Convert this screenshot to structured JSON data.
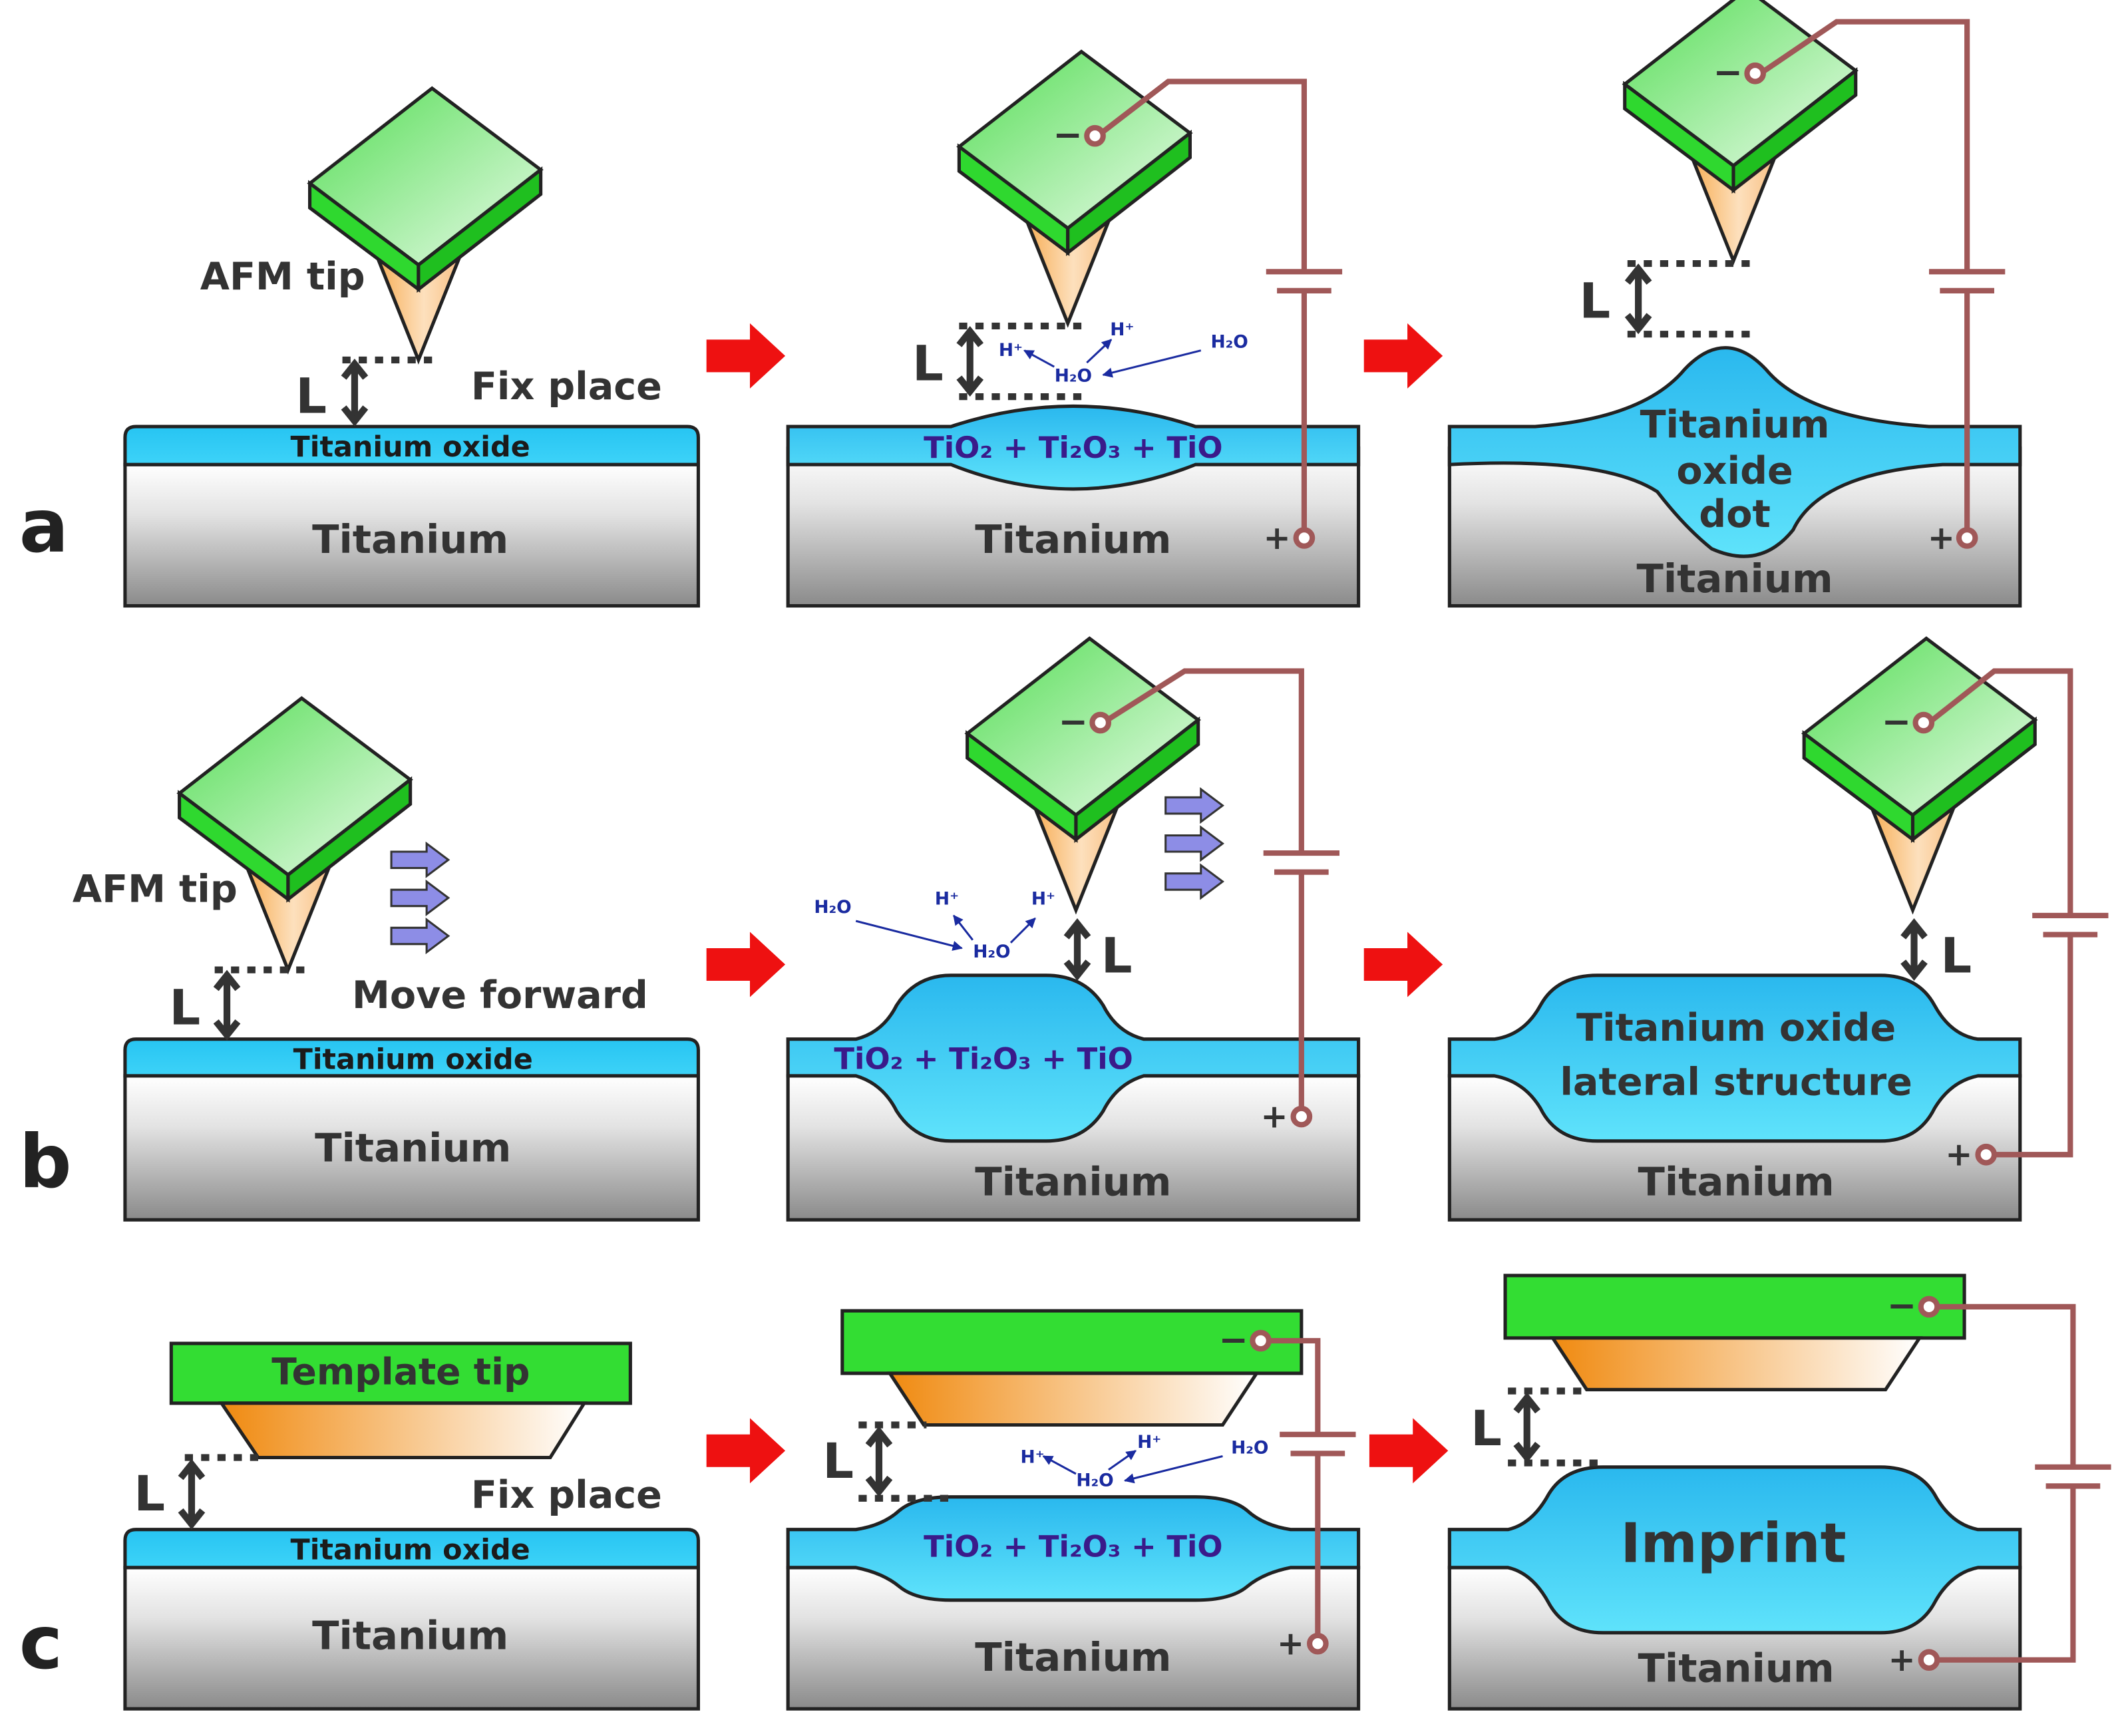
{
  "rows": [
    {
      "label": "a",
      "panel1": {
        "tip": "AFM tip",
        "gap": "L",
        "action": "Fix place",
        "oxide": "Titanium oxide",
        "metal": "Titanium"
      },
      "panel2": {
        "gap": "L",
        "oxide": "TiO₂ + Ti₂O₃ + TiO",
        "metal": "Titanium",
        "neg": "−",
        "pos": "+",
        "species": [
          "H⁺",
          "H⁺",
          "H₂O",
          "H₂O"
        ]
      },
      "panel3": {
        "gap": "L",
        "oxide_lines": [
          "Titanium",
          "oxide",
          "dot"
        ],
        "metal": "Titanium",
        "neg": "−",
        "pos": "+"
      }
    },
    {
      "label": "b",
      "panel1": {
        "tip": "AFM tip",
        "gap": "L",
        "action": "Move forward",
        "oxide": "Titanium oxide",
        "metal": "Titanium"
      },
      "panel2": {
        "gap": "L",
        "oxide": "TiO₂ + Ti₂O₃ + TiO",
        "metal": "Titanium",
        "neg": "−",
        "pos": "+",
        "species": [
          "H₂O",
          "H⁺",
          "H⁺",
          "H₂O"
        ]
      },
      "panel3": {
        "gap": "L",
        "oxide_lines": [
          "Titanium oxide",
          "lateral structure"
        ],
        "metal": "Titanium",
        "neg": "−",
        "pos": "+"
      }
    },
    {
      "label": "c",
      "panel1": {
        "tip": "Template tip",
        "gap": "L",
        "action": "Fix place",
        "oxide": "Titanium oxide",
        "metal": "Titanium"
      },
      "panel2": {
        "gap": "L",
        "oxide": "TiO₂ + Ti₂O₃ + TiO",
        "metal": "Titanium",
        "neg": "−",
        "pos": "+",
        "species": [
          "H⁺",
          "H⁺",
          "H₂O",
          "H₂O"
        ]
      },
      "panel3": {
        "gap": "L",
        "oxide_text": "Imprint",
        "metal": "Titanium",
        "neg": "−",
        "pos": "+"
      }
    }
  ],
  "colors": {
    "oxide": "#29c6f2",
    "tip_green": "#33dd33",
    "tip_orange": "#f39a2a",
    "arrow": "#ee1111",
    "move_arrow": "#8d8de6",
    "wire": "#a05858"
  }
}
